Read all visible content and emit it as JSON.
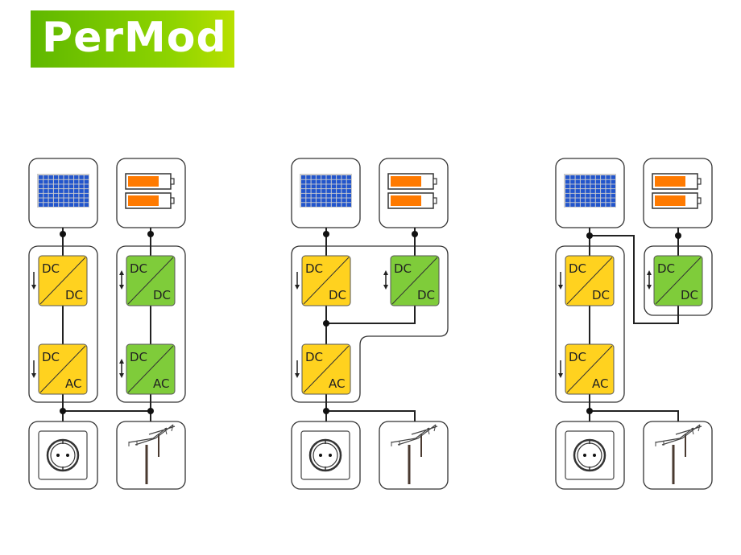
{
  "logo": {
    "text": "PerMod"
  },
  "labels": {
    "dc": "DC",
    "ac": "AC"
  },
  "colors": {
    "unidirectional_converter": "#ffd21f",
    "bidirectional_converter": "#7fcc3a",
    "battery_charge": "#ff7a00",
    "solar_cell": "#2255cc",
    "logo_green": "#6cc200"
  },
  "diagrams": [
    {
      "name": "ac-coupled",
      "battery_charge_fraction": 0.7
    },
    {
      "name": "dc-coupled-shared-inverter",
      "battery_charge_fraction": 0.7
    },
    {
      "name": "dc-coupled-pv-side",
      "battery_charge_fraction": 0.7
    }
  ]
}
